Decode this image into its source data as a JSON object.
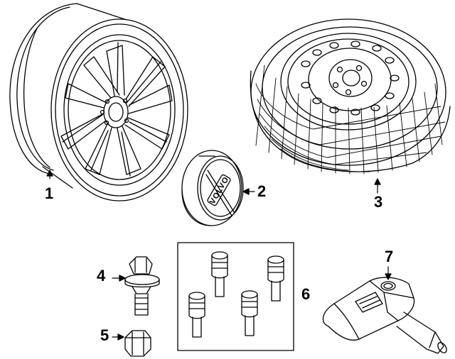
{
  "diagram": {
    "callouts": {
      "wheel": "1",
      "center_cap": "2",
      "spare_tire": "3",
      "lug_bolt": "4",
      "bolt_cover": "5",
      "lock_bolt_set": "6",
      "tpms_sensor": "7"
    },
    "cap_logo_text": "VOLVO",
    "line_color": "#000000",
    "background_color": "#ffffff"
  }
}
